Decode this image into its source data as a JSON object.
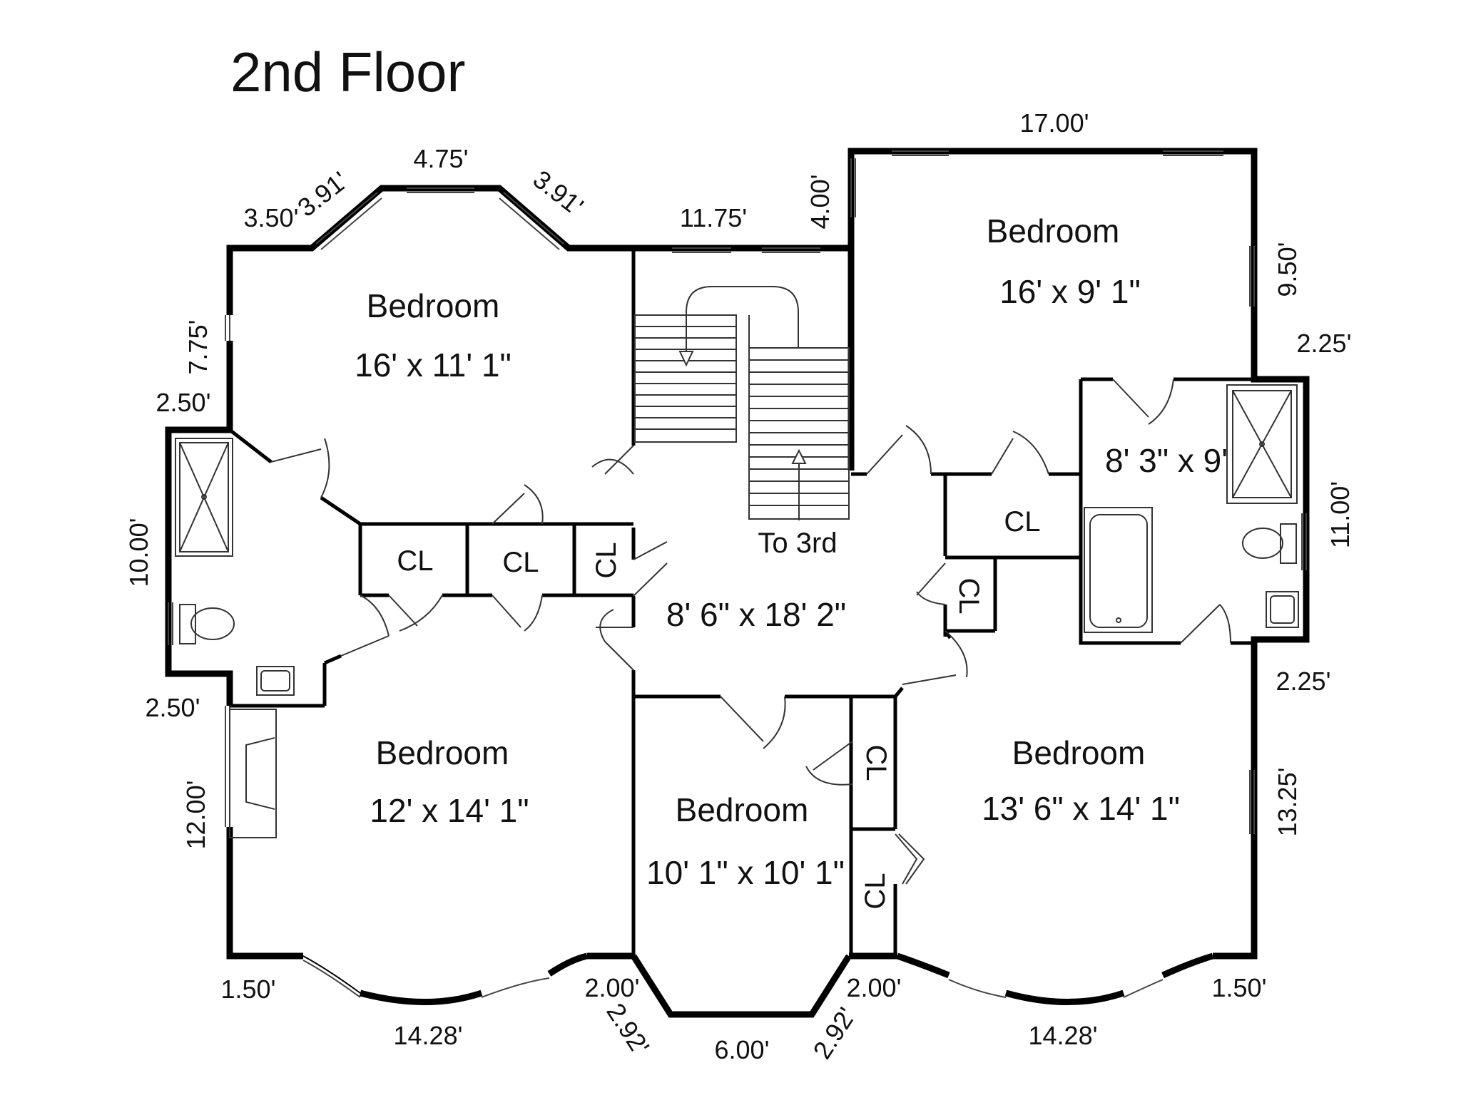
{
  "title": "2nd Floor",
  "colors": {
    "wall": "#000000",
    "thin": "#333333",
    "background": "#ffffff"
  },
  "rooms": {
    "bedroom_nw": {
      "label": "Bedroom",
      "size": "16' x 11' 1\""
    },
    "bedroom_ne": {
      "label": "Bedroom",
      "size": "16' x 9' 1\""
    },
    "bath_east": {
      "size": "8' 3\" x 9'"
    },
    "hall": {
      "label": "To 3rd",
      "size": "8' 6\" x 18' 2\""
    },
    "bedroom_sw": {
      "label": "Bedroom",
      "size": "12' x 14' 1\""
    },
    "bedroom_s": {
      "label": "Bedroom",
      "size": "10' 1\" x 10' 1\""
    },
    "bedroom_se": {
      "label": "Bedroom",
      "size": "13' 6\" x 14' 1\""
    }
  },
  "closets": [
    "CL",
    "CL",
    "CL",
    "CL",
    "CL",
    "CL",
    "CL"
  ],
  "dimensions": {
    "top_17": "17.00'",
    "top_475": "4.75'",
    "top_391_left": "3.91'",
    "top_391_right": "3.91'",
    "top_350": "3.50'",
    "top_1175": "11.75'",
    "top_400": "4.00'",
    "left_775": "7.75'",
    "left_250_top": "2.50'",
    "left_1000": "10.00'",
    "left_250_bottom": "2.50'",
    "left_1200": "12.00'",
    "right_950": "9.50'",
    "right_225_top": "2.25'",
    "right_1100": "11.00'",
    "right_225_bottom": "2.25'",
    "right_1325": "13.25'",
    "bottom_150_left": "1.50'",
    "bottom_1428_left": "14.28'",
    "bottom_200_left": "2.00'",
    "bottom_292_left": "2.92'",
    "bottom_600": "6.00'",
    "bottom_292_right": "2.92'",
    "bottom_200_right": "2.00'",
    "bottom_1428_right": "14.28'",
    "bottom_150_right": "1.50'"
  }
}
